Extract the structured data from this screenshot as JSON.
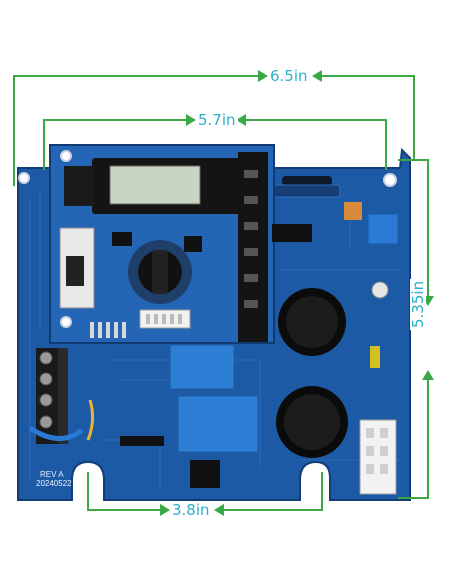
{
  "dimensions": {
    "overall_width": "6.5in",
    "lcd_board_width": "5.7in",
    "height": "5.35in",
    "mount_hole_spacing": "3.8in"
  },
  "board_text": {
    "revision": "REV A",
    "date": "20240522"
  },
  "colors": {
    "pcb_blue": "#1d5aa6",
    "pcb_dark_blue": "#14407e",
    "dimension_arrow_green": "#3aa845",
    "dimension_text_teal": "#2bb0c9",
    "lcd_screen": "#c9d5c2",
    "relay_blue": "#2d7fd6",
    "terminal_blue": "#2a79d4"
  },
  "icons": [
    "lcd-display",
    "rotary-knob",
    "dip-switch",
    "relay",
    "capacitor",
    "terminal-block",
    "connector-header"
  ]
}
